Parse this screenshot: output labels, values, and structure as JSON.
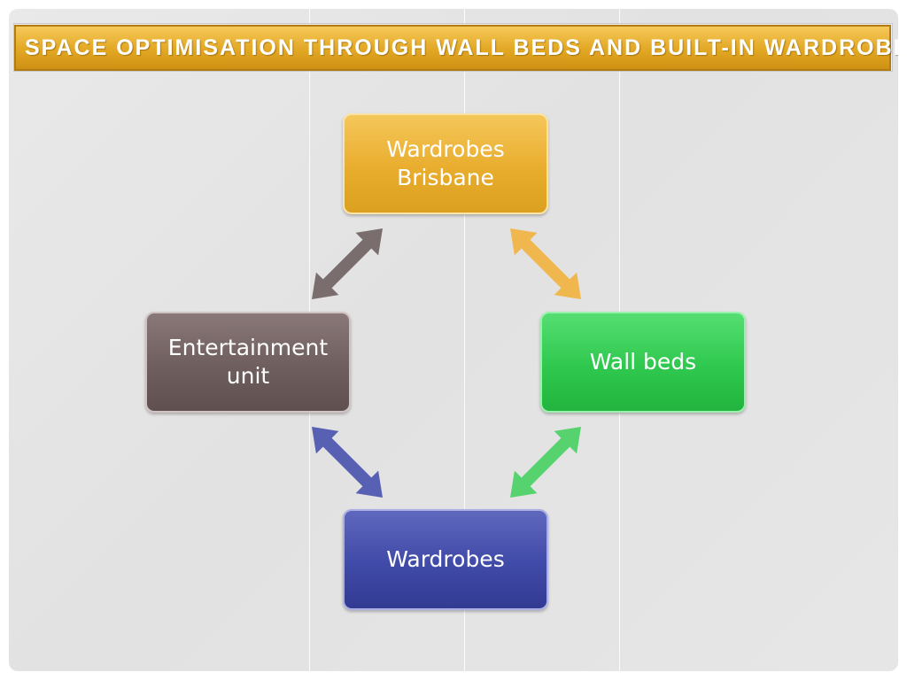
{
  "title": "SPACE OPTIMISATION THROUGH WALL BEDS AND BUILT-IN WARDROBES",
  "nodes": {
    "brisbane": "Wardrobes Brisbane",
    "wall_beds": "Wall beds",
    "wardrobes": "Wardrobes",
    "entertainment": "Entertainment unit"
  },
  "colors": {
    "title_gold": "#e2a723",
    "brisbane_gold": "#e9ad2e",
    "wall_beds_green": "#2fc84e",
    "wardrobes_blue": "#404aa8",
    "entertainment_brown": "#6f5e5e",
    "arrow_gold": "#efb74e",
    "arrow_green": "#56d36f",
    "arrow_blue": "#5860b3",
    "arrow_brown": "#7a6d6d"
  },
  "connections": [
    {
      "from": "brisbane",
      "to": "wall_beds",
      "style": "double-arrow",
      "color": "arrow_gold"
    },
    {
      "from": "wall_beds",
      "to": "wardrobes",
      "style": "double-arrow",
      "color": "arrow_green"
    },
    {
      "from": "wardrobes",
      "to": "entertainment",
      "style": "double-arrow",
      "color": "arrow_blue"
    },
    {
      "from": "entertainment",
      "to": "brisbane",
      "style": "double-arrow",
      "color": "arrow_brown"
    }
  ]
}
